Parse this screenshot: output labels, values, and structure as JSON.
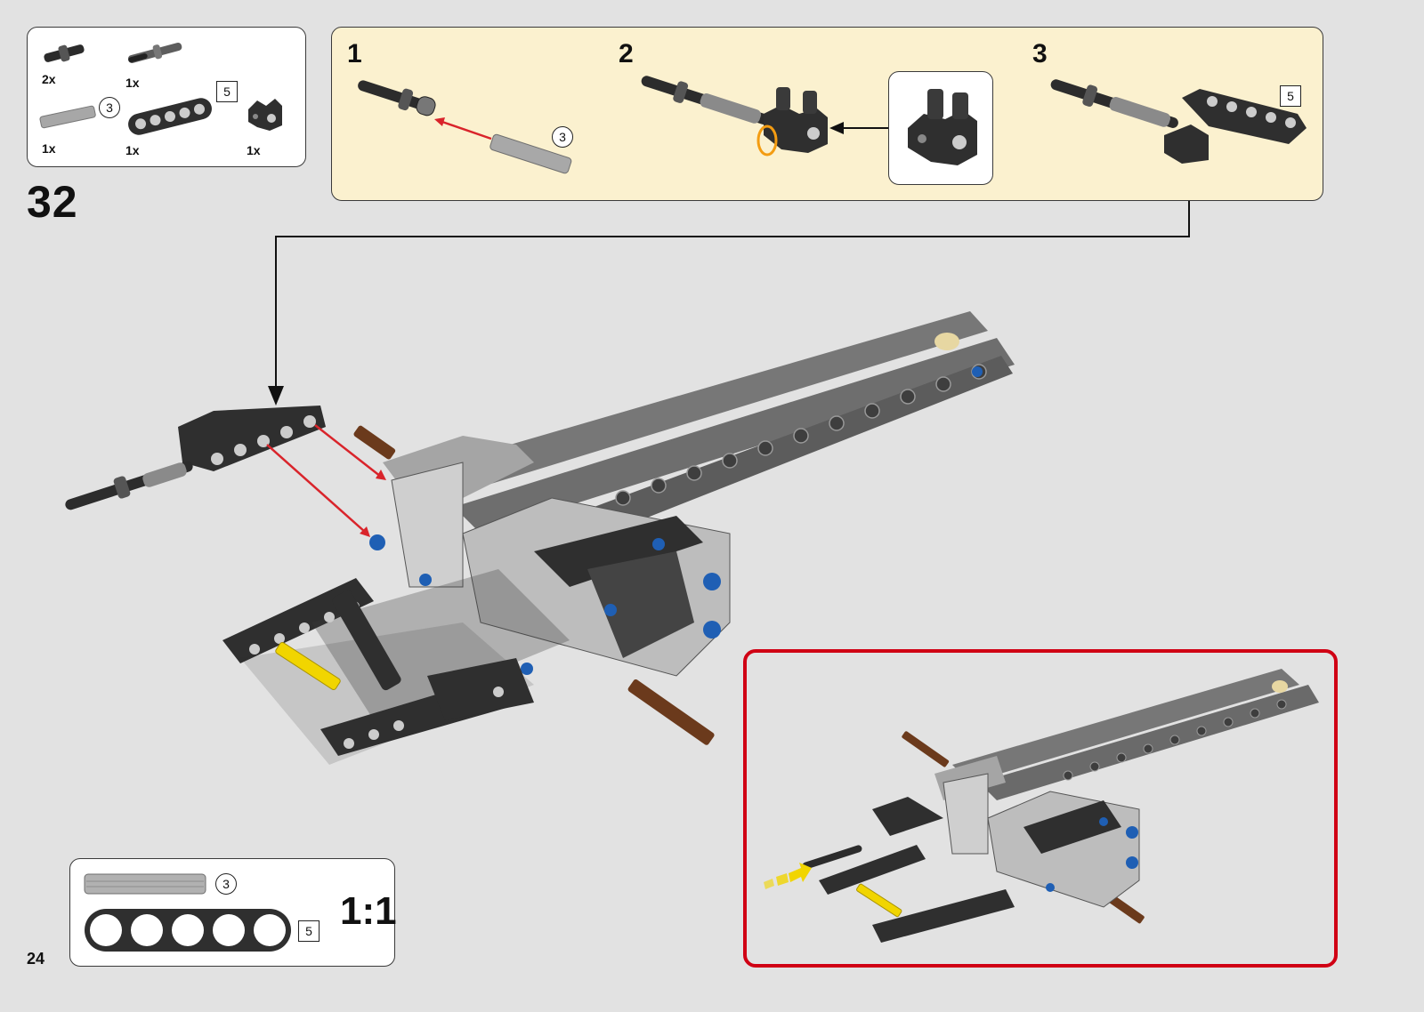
{
  "parts_list": {
    "items": [
      {
        "qty": "2x",
        "part": "friction-axle-pin"
      },
      {
        "qty": "1x",
        "part": "axle-pin-long"
      },
      {
        "qty": "1x",
        "part": "axle",
        "length": "3"
      },
      {
        "qty": "1x",
        "part": "beam",
        "length": "5"
      },
      {
        "qty": "1x",
        "part": "pin-connector"
      }
    ]
  },
  "step_number": "32",
  "substeps": [
    {
      "number": "1",
      "length_label": "3"
    },
    {
      "number": "2"
    },
    {
      "number": "3",
      "length_label": "5"
    }
  ],
  "scale_box": {
    "axle_label": "3",
    "beam_label": "5",
    "scale": "1:1"
  },
  "page_number": "24",
  "colors": {
    "page_bg": "#e2e2e2",
    "callout_bg": "#fbf1cf",
    "arrow_red": "#d9242b",
    "highlight_orange": "#f39c12",
    "inset_border": "#d00014",
    "part_dark": "#2f2f2f",
    "part_grey": "#8a8a8a",
    "part_blue": "#1f5fb4",
    "part_brown": "#6b3a1c",
    "part_yellow": "#f1d500",
    "part_tan": "#e7d7a2"
  }
}
